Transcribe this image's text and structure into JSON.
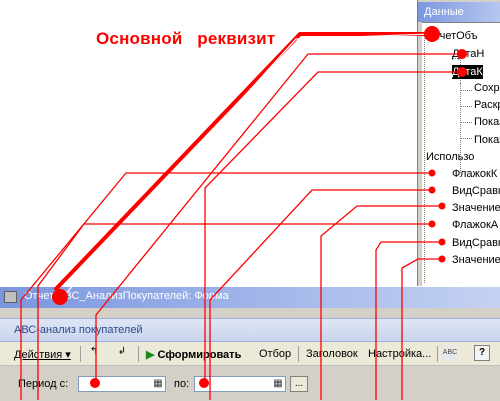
{
  "annotation": {
    "title_word1": "Основной",
    "title_word2": "реквизит"
  },
  "data_panel": {
    "title": "Данные",
    "tree": [
      {
        "label": "ОтчетОбъ",
        "selected": false
      },
      {
        "label": "ДатаН",
        "selected": false
      },
      {
        "label": "ДатаК",
        "selected": true
      },
      {
        "label": "Сохра",
        "selected": false
      },
      {
        "label": "Раскр",
        "selected": false
      },
      {
        "label": "Показ",
        "selected": false
      },
      {
        "label": "Показ",
        "selected": false
      },
      {
        "label": "Использо",
        "selected": false
      },
      {
        "label": "ФлажокК",
        "selected": false
      },
      {
        "label": "ВидСравн",
        "selected": false
      },
      {
        "label": "Значение",
        "selected": false
      },
      {
        "label": "ФлажокА",
        "selected": false
      },
      {
        "label": "ВидСравн",
        "selected": false
      },
      {
        "label": "Значение",
        "selected": false
      }
    ]
  },
  "form": {
    "title": "Отчет АВС_АнализПокупателей: Форма",
    "header": "АВС-анализ покупателей",
    "toolbar": {
      "actions": "Действия",
      "generate": "Сформировать",
      "selection": "Отбор",
      "heading": "Заголовок",
      "settings": "Настройка...",
      "help": "?"
    },
    "period": {
      "from_label": "Период с:",
      "to_label": "по:",
      "from_value": "",
      "to_value": "",
      "select_button": "..."
    }
  },
  "colors": {
    "annotation": "#ff0000",
    "panel_title": "#7a96df"
  }
}
